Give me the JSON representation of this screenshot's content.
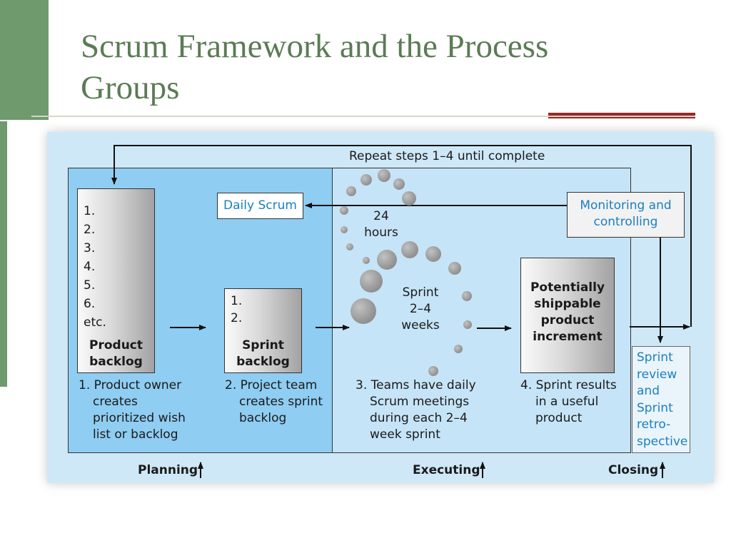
{
  "slide": {
    "title_line1": "Scrum Framework and the Process",
    "title_line2": "Groups"
  },
  "diagram": {
    "repeat_label": "Repeat steps 1–4 until complete",
    "daily_scrum": "Daily Scrum",
    "monitoring": {
      "line1": "Monitoring and",
      "line2": "controlling"
    },
    "hours": {
      "line1": "24",
      "line2": "hours"
    },
    "sprint": {
      "line1": "Sprint",
      "line2": "2–4",
      "line3": "weeks"
    },
    "product_backlog": {
      "items": [
        "1.",
        "2.",
        "3.",
        "4.",
        "5.",
        "6.",
        "etc."
      ],
      "label_line1": "Product",
      "label_line2": "backlog"
    },
    "sprint_backlog": {
      "items": [
        "1.",
        "2."
      ],
      "label_line1": "Sprint",
      "label_line2": "backlog"
    },
    "increment": {
      "line1": "Potentially",
      "line2": "shippable",
      "line3": "product",
      "line4": "increment"
    },
    "sprint_review": [
      "Sprint",
      "review",
      "and",
      "Sprint",
      "retro-",
      "spective"
    ],
    "steps": {
      "step1": [
        "1. Product owner",
        "creates",
        "prioritized wish",
        "list or backlog"
      ],
      "step2": [
        "2. Project team",
        "creates sprint",
        "backlog"
      ],
      "step3": [
        "3. Teams have daily",
        "Scrum meetings",
        "during each 2–4",
        "week sprint"
      ],
      "step4": [
        "4. Sprint results",
        "in a useful",
        "product"
      ]
    },
    "phases": {
      "planning": "Planning",
      "executing": "Executing",
      "closing": "Closing"
    }
  },
  "colors": {
    "title": "#5b7b55",
    "accent_green": "#6e9a6e",
    "accent_red": "#9a2828",
    "diagram_bg": "#cfe8f8",
    "planning_bg": "#8fcdf2",
    "executing_bg": "#c6e4f7",
    "blue_text": "#1a7fc4"
  }
}
